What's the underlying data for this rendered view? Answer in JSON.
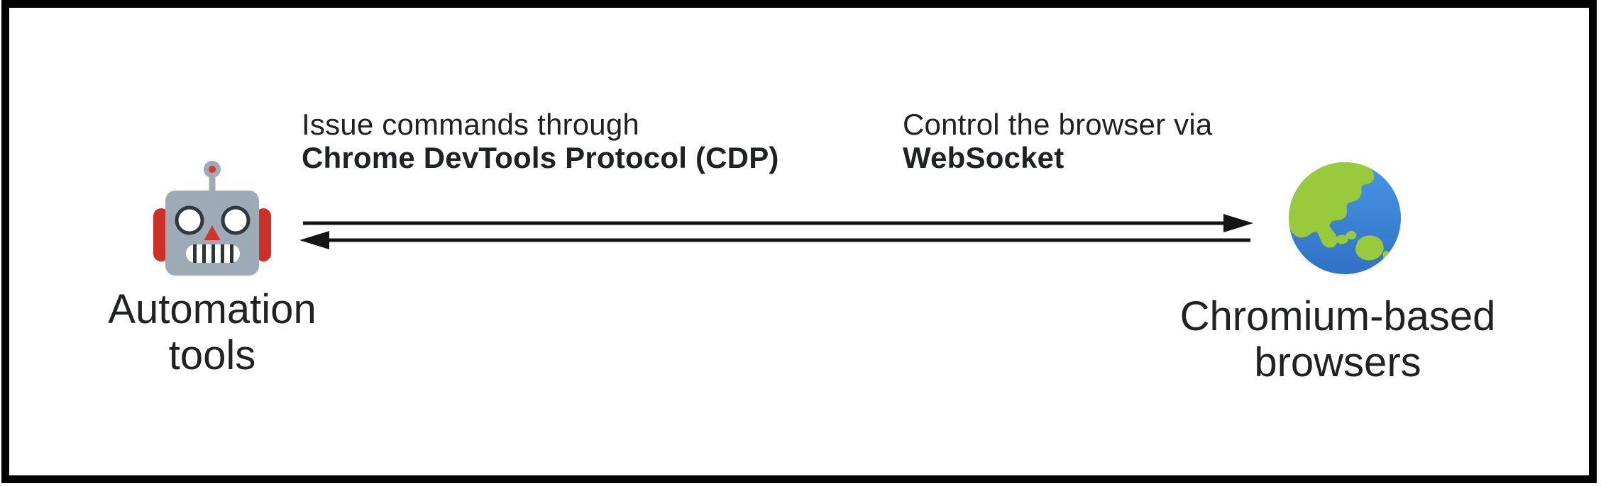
{
  "diagram": {
    "annotations": {
      "left": {
        "line1": "Issue commands through",
        "line2": "Chrome DevTools Protocol (CDP)"
      },
      "right": {
        "line1": "Control the browser via",
        "line2": "WebSocket"
      }
    },
    "nodes": {
      "left": {
        "icon": "robot-icon",
        "label_line1": "Automation",
        "label_line2": "tools"
      },
      "right": {
        "icon": "globe-icon",
        "label_line1": "Chromium-based",
        "label_line2": "browsers"
      }
    },
    "arrows": {
      "top_direction": "left-to-right",
      "bottom_direction": "right-to-left"
    },
    "colors": {
      "background": "#ffffff",
      "border": "#040404",
      "text": "#202124",
      "arrow": "#151515",
      "robot_gray": "#9cabb5",
      "robot_red": "#ce2f26",
      "robot_face_dark": "#33383c",
      "globe_blue": "#3d87d8",
      "globe_green": "#97cb3c"
    }
  }
}
